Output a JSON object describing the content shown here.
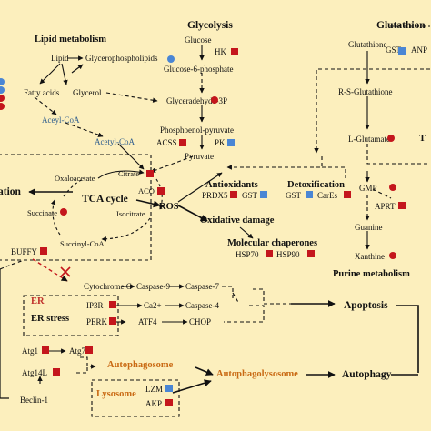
{
  "sections": {
    "glycolysis": "Glycolysis",
    "glutathione": "Glutathion",
    "lipid": "Lipid metabolism",
    "tca": "TCA cycle",
    "ation": "ation",
    "antioxidants": "Antioxidants",
    "detox": "Detoxification",
    "oxidative": "Oxidative damage",
    "chaperones": "Molecular chaperones",
    "purine": "Purine metabolism",
    "er": "ER",
    "er_stress": "ER stress",
    "apoptosis": "Apoptosis",
    "autophagosome": "Autophagosome",
    "autophagolysosome": "Autophagolysosome",
    "autophagy": "Autophagy",
    "lysosome": "Lysosome",
    "t_cut": "T"
  },
  "metabolites": {
    "glucose": "Glucose",
    "g6p": "Glucose-6-phosphate",
    "gap": "Glyceradehyde-3P",
    "pep": "Phosphoenol-pyruvate",
    "pyruvate": "Pyruvate",
    "lipid": "Lipid",
    "glycerophospholipids": "Glycerophospholipids",
    "fatty_acids": "Fatty acids",
    "glycerol": "Glycerol",
    "acyl_coa": "Aceyl-CoA",
    "acetyl_coa": "Acetyl-CoA",
    "oxaloacetate": "Oxaloacetate",
    "citrate": "Citrate",
    "isocitrate": "Isocitrate",
    "succinate": "Succinate",
    "succinyl_coa": "Succinyl-CoA",
    "ros": "ROS",
    "glutathione": "Glutathione",
    "rs_glutathione": "R-S-Glutathione",
    "l_glutamate": "L-Glutamate",
    "gmp": "GMP",
    "guanine": "Guanine",
    "xanthine": "Xanthine",
    "cytochrome_c": "Cytochrome C",
    "caspase9": "Caspase-9",
    "caspase7": "Caspase-7",
    "caspase4": "Caspase-4",
    "ca2": "Ca2+",
    "chop": "CHOP",
    "beclin": "Beclin-1"
  },
  "genes": {
    "hk": "HK",
    "gst1": "GST",
    "anp": "ANP",
    "acss": "ACSS",
    "pk": "PK",
    "aco": "ACO",
    "prdx5": "PRDX5",
    "gst2": "GST",
    "gst3": "GST",
    "cares": "CarEs",
    "aprt": "APRT",
    "hsp70": "HSP70",
    "hsp90": "HSP90",
    "buffy": "BUFFY",
    "ip3r": "IP3R",
    "perk": "PERK",
    "atf4": "ATF4",
    "atg1": "Atg1",
    "atg7": "Atg7",
    "atg14l": "Atg14L",
    "lzm": "LZM",
    "akp": "AKP"
  },
  "marker_colors": {
    "up": "#c4161c",
    "down": "#4a86d4"
  }
}
